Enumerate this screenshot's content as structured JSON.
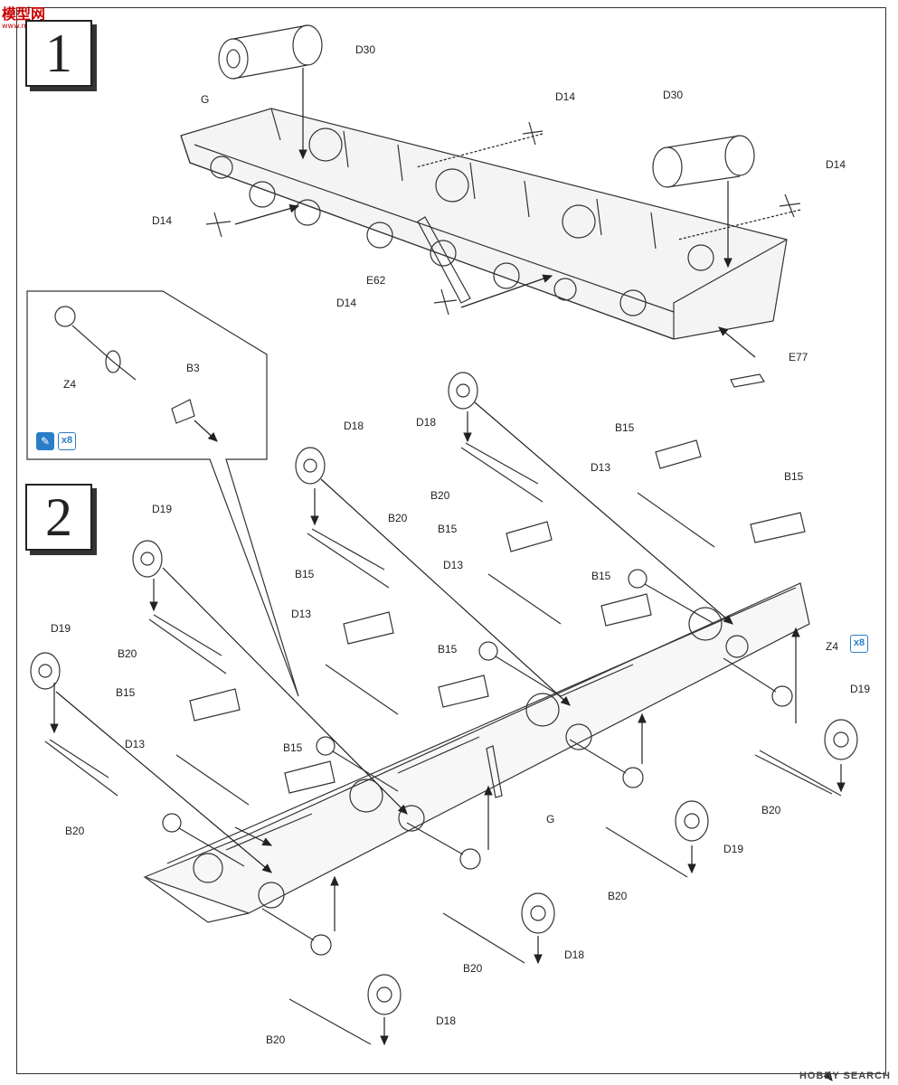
{
  "logo": {
    "main": "模型网",
    "sub": "www.moxing.net"
  },
  "steps": {
    "one": "1",
    "two": "2"
  },
  "step1": {
    "labels": {
      "d30_a": "D30",
      "d30_b": "D30",
      "g": "G",
      "d14_a": "D14",
      "d14_b": "D14",
      "d14_c": "D14",
      "d14_d": "D14",
      "e62": "E62",
      "e77": "E77"
    }
  },
  "inset": {
    "z4": "Z4",
    "b3": "B3",
    "glue_icon": "glue-icon",
    "qty": "x8"
  },
  "step2": {
    "labels": {
      "d19_1": "D19",
      "d19_2": "D19",
      "d19_3": "D19",
      "d19_4": "D19",
      "b20_1": "B20",
      "b20_2": "B20",
      "b20_3": "B20",
      "b20_4": "B20",
      "b20_5": "B20",
      "b20_6": "B20",
      "b20_7": "B20",
      "b20_8": "B20",
      "b15_1": "B15",
      "b15_2": "B15",
      "b15_3": "B15",
      "b15_4": "B15",
      "b15_5": "B15",
      "b15_6": "B15",
      "b15_7": "B15",
      "d13_1": "D13",
      "d13_2": "D13",
      "d13_3": "D13",
      "d13_4": "D13",
      "d18_1": "D18",
      "d18_2": "D18",
      "d18_3": "D18",
      "d18_4": "D18",
      "z4": "Z4",
      "qty": "x8",
      "g": "G"
    }
  },
  "footer": "HOBBY SEARCH"
}
